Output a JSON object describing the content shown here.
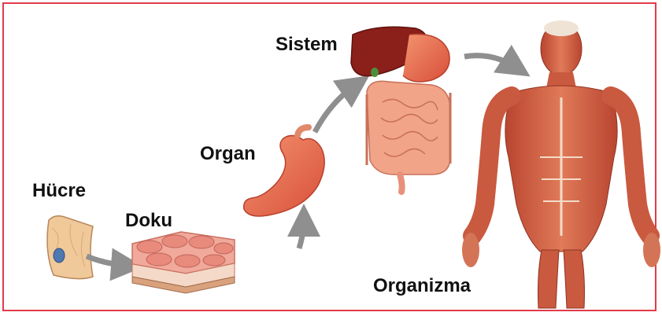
{
  "levels": {
    "cell": "Hücre",
    "tissue": "Doku",
    "organ": "Organ",
    "system": "Sistem",
    "organism": "Organizma"
  },
  "colors": {
    "border": "#e23b4a",
    "arrow": "#8f8f8f",
    "muscle": "#c9593f",
    "stomach": "#e86a4f",
    "liver": "#8b1f1a",
    "intestine": "#f1a488",
    "cell": "#f0c99a",
    "nucleus": "#4f78b0"
  },
  "icons": [
    "cell-icon",
    "tissue-icon",
    "stomach-icon",
    "digestive-system-icon",
    "human-muscle-icon"
  ]
}
